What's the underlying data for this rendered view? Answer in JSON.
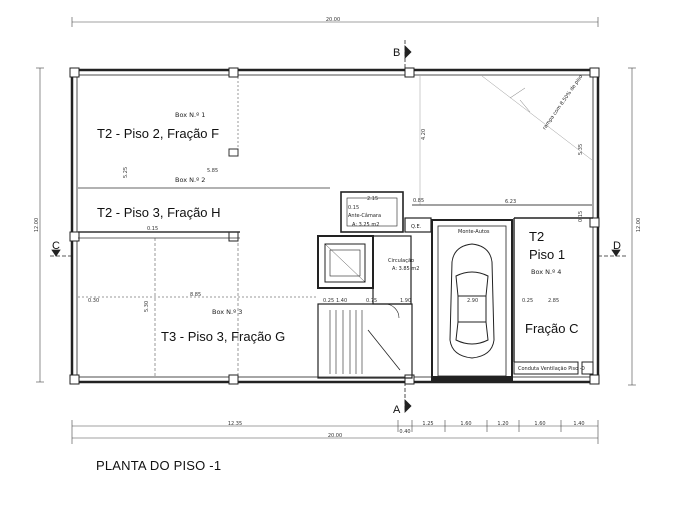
{
  "title": "PLANTA DO PISO -1",
  "dimensions": {
    "total_width_top": "20.00",
    "total_width_bottom": "20.00",
    "total_height_left": "12.00",
    "total_height_right": "12.00",
    "bottom_left": "12.35",
    "bottom_gap": "0.40",
    "bottom_segments": [
      "1.25",
      "1.60",
      "1.20",
      "1.60",
      "1.40"
    ],
    "misc": [
      "0.30",
      "5.85",
      "0.15",
      "8.85",
      "5.30",
      "0.25",
      "1.40",
      "0.75",
      "1.90",
      "2.90",
      "2.85",
      "4.20",
      "2.15",
      "0.85",
      "0.25",
      "0.15",
      "5.25",
      "5.35",
      "6.23",
      "0.15"
    ]
  },
  "rooms": {
    "box1": "Box N.º 1",
    "box2": "Box N.º 2",
    "box3": "Box N.º 3",
    "box4": "Box N.º 4",
    "antecamara": "Ante-Câmara",
    "antecamara_area": "A: 3.25 m2",
    "circulacao": "Circulação",
    "circulacao_area": "A: 3.85 m2",
    "monte_autos": "Monte-Autos",
    "qe": "Q.E.",
    "conduta": "Conduta Ventilação Piso -0",
    "rampa": "rampa com 8.50% de piso"
  },
  "units": {
    "f": "T2 - Piso 2, Fração F",
    "h": "T2 - Piso 3, Fração H",
    "g": "T3 - Piso 3, Fração G",
    "c_line1": "T2",
    "c_line2": "Piso 1",
    "c_line3": "Fração C"
  },
  "sections": {
    "a": "A",
    "b": "B",
    "c_left": "C",
    "d_right": "D"
  }
}
